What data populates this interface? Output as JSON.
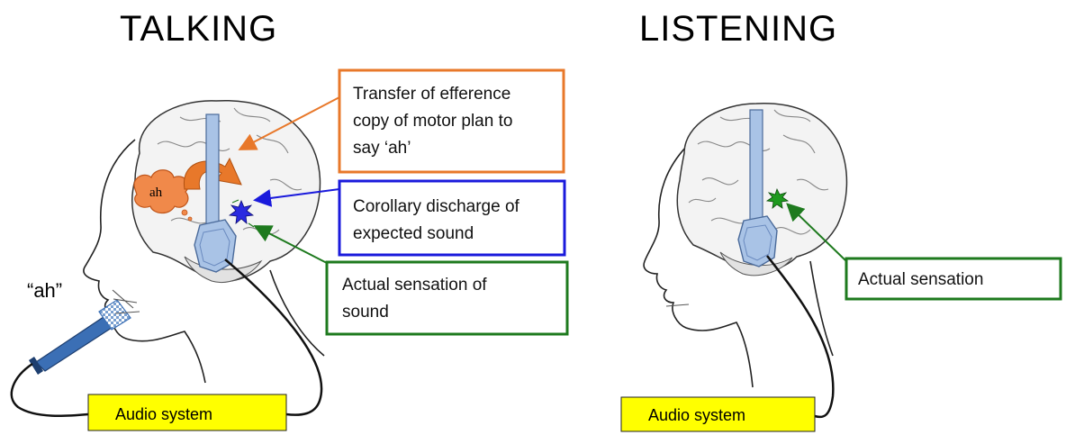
{
  "panels": {
    "talking": {
      "title": "TALKING",
      "speech_quote": "“ah”",
      "thought_cloud_text": "ah",
      "boxes": {
        "efference": {
          "lines": [
            "Transfer of efference",
            "copy of motor plan to",
            "say ‘ah’"
          ],
          "color": "#e8782a"
        },
        "corollary": {
          "lines": [
            "Corollary discharge of",
            "expected sound"
          ],
          "color": "#1a1adc"
        },
        "actual": {
          "lines": [
            "Actual sensation of",
            "sound"
          ],
          "color": "#1e7a1e"
        }
      },
      "audio_label": "Audio system"
    },
    "listening": {
      "title": "LISTENING",
      "boxes": {
        "actual": {
          "lines": [
            "Actual sensation"
          ],
          "color": "#1e7a1e"
        }
      },
      "audio_label": "Audio system"
    }
  },
  "colors": {
    "audio_box_fill": "#ffff00",
    "headphone_fill": "#a9c3e6",
    "headphone_stroke": "#4a6a9a",
    "arrow_orange": "#e8782a",
    "arrow_blue": "#1a1adc",
    "arrow_green": "#1e7a1e",
    "thought_cloud": "#f0894a"
  },
  "icons": {
    "microphone": "microphone-icon",
    "headphones": "headphones-icon",
    "brain": "brain-icon",
    "head": "head-profile-icon",
    "thought_cloud": "thought-cloud-icon"
  }
}
